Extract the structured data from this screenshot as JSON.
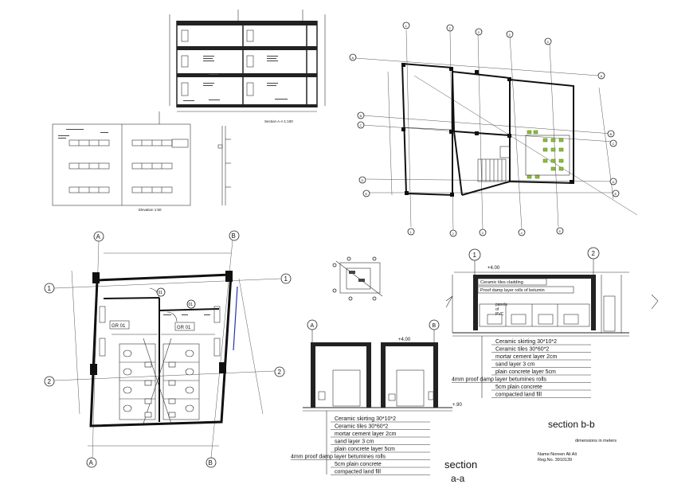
{
  "section_44": {
    "title": "Section A-A 1:100"
  },
  "elevation": {
    "title": "Elevation 1:50"
  },
  "plan_small": {
    "grid_numbers": [
      "1",
      "2",
      "3",
      "4",
      "5",
      "6",
      "7"
    ],
    "grid_letters": [
      "A",
      "B",
      "C",
      "D",
      "E",
      "F",
      "G"
    ]
  },
  "plan_large": {
    "grid_top_left": "A",
    "grid_top_right": "B",
    "grid_bottom_left": "A",
    "grid_bottom_right": "B",
    "grid_left_1": "1",
    "grid_left_2": "2",
    "grid_right_1": "1",
    "grid_right_2": "2",
    "room_label_1": "GR 01",
    "room_label_2": "GR 01",
    "tag_1": "01",
    "tag_2": "01"
  },
  "section_aa": {
    "bubble_left": "A",
    "bubble_right": "B",
    "level_top": "+4.00",
    "level_floor": "+.90",
    "layers": [
      "Ceramic skirting 30*10*2",
      "Ceramic tiles 30*60*2",
      "mortar cement layer 2cm",
      "sand layer 3 cm",
      "plain concrete layer 5cm",
      "4mm proof damp layer betumines rolls",
      "5cm plain concrete",
      "compacted land fill"
    ],
    "title_line1": "section",
    "title_line2": "a-a"
  },
  "section_bb": {
    "bubble_left": "1",
    "bubble_right": "2",
    "level_top": "+4.00",
    "cladding_label": "Ceramic tiles cladding",
    "damp_label": "Proof damp layer rolls of betumin",
    "panels_label_1": "panels",
    "panels_label_2": "of",
    "panels_label_3": "PVC",
    "layers": [
      "Ceramic skirting 30*10*2",
      "Ceramic tiles 30*60*2",
      "mortar cement layer 2cm",
      "sand layer 3 cm",
      "plain concrete layer 5cm",
      "4mm proof damp layer betumines rolls",
      "5cm plain concrete",
      "compacted land fill"
    ],
    "title": "section b-b",
    "dimensions_note": "dimensions in meters",
    "name_line": "Name:Noreen Ali Ali",
    "reg_line": "Reg.No. 3910139"
  }
}
